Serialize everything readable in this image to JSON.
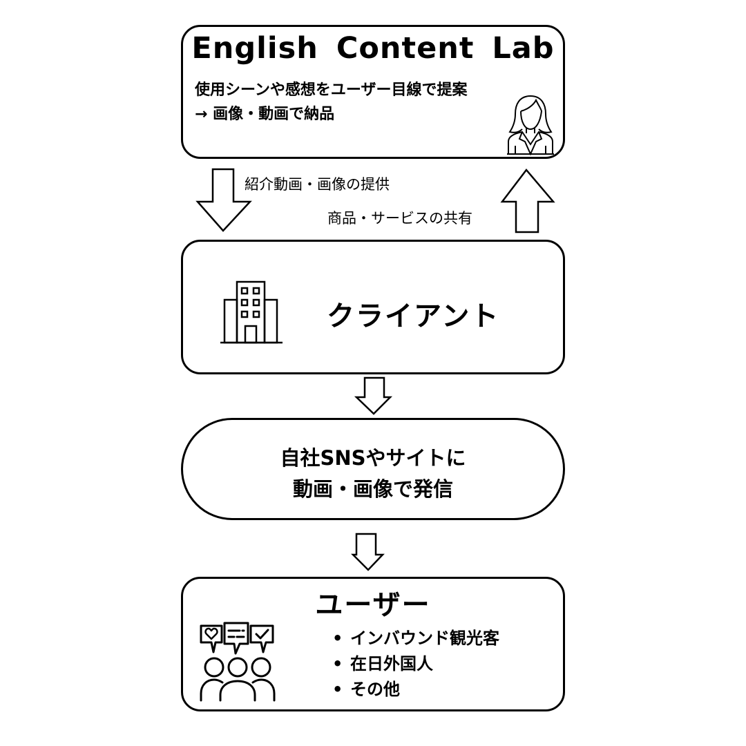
{
  "top_box": {
    "title": "English Content Lab",
    "line1": "使用シーンや感想をユーザー目線で提案",
    "line2": "→ 画像・動画で納品",
    "icon": "businesswoman-icon"
  },
  "arrows": {
    "down_label": "紹介動画・画像の提供",
    "up_label": "商品・サービスの共有"
  },
  "client_box": {
    "label": "クライアント",
    "icon": "office-building-icon"
  },
  "publish_box": {
    "line1": "自社SNSやサイトに",
    "line2": "動画・画像で発信"
  },
  "user_box": {
    "title": "ユーザー",
    "icon": "audience-feedback-icon",
    "bullet": "•",
    "items": [
      "インバウンド観光客",
      "在日外国人",
      "その他"
    ]
  },
  "colors": {
    "stroke": "#000000",
    "background": "#ffffff"
  }
}
